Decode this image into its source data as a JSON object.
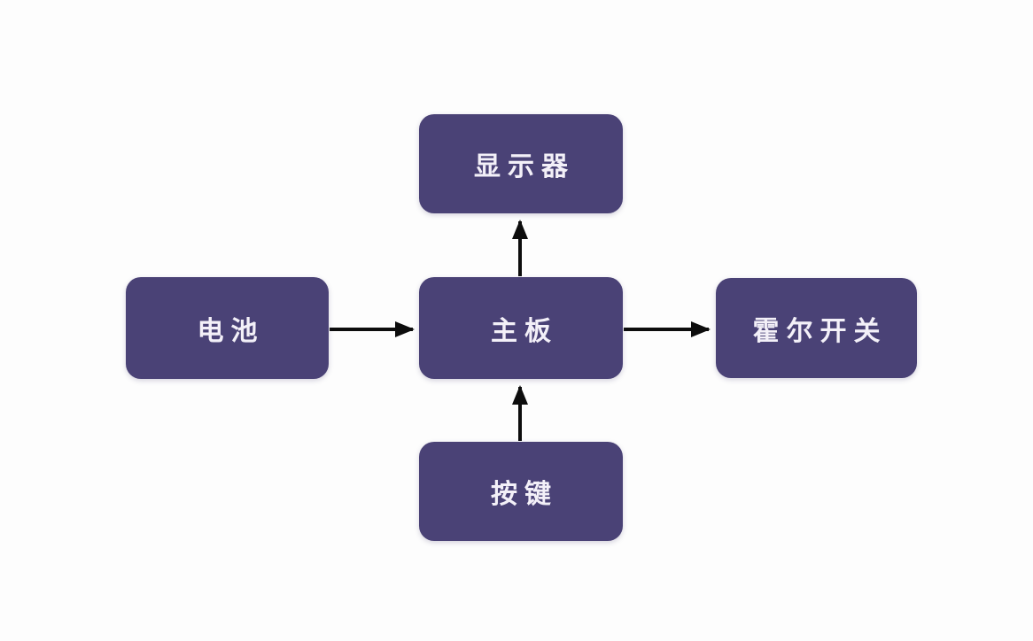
{
  "diagram": {
    "type": "flowchart",
    "colors": {
      "canvas_bg": "#fdfdfd",
      "node_fill": "#4a4276",
      "node_text": "#f3f0f8",
      "arrow_color": "#0d0d0d"
    },
    "nodes": [
      {
        "id": "display",
        "label": "显示器"
      },
      {
        "id": "battery",
        "label": "电池"
      },
      {
        "id": "mainboard",
        "label": "主板"
      },
      {
        "id": "hall-switch",
        "label": "霍尔开关"
      },
      {
        "id": "buttons",
        "label": "按键"
      }
    ],
    "edges": [
      {
        "from": "battery",
        "to": "mainboard",
        "direction": "right"
      },
      {
        "from": "mainboard",
        "to": "hall-switch",
        "direction": "right"
      },
      {
        "from": "mainboard",
        "to": "display",
        "direction": "up"
      },
      {
        "from": "buttons",
        "to": "mainboard",
        "direction": "up"
      }
    ]
  }
}
